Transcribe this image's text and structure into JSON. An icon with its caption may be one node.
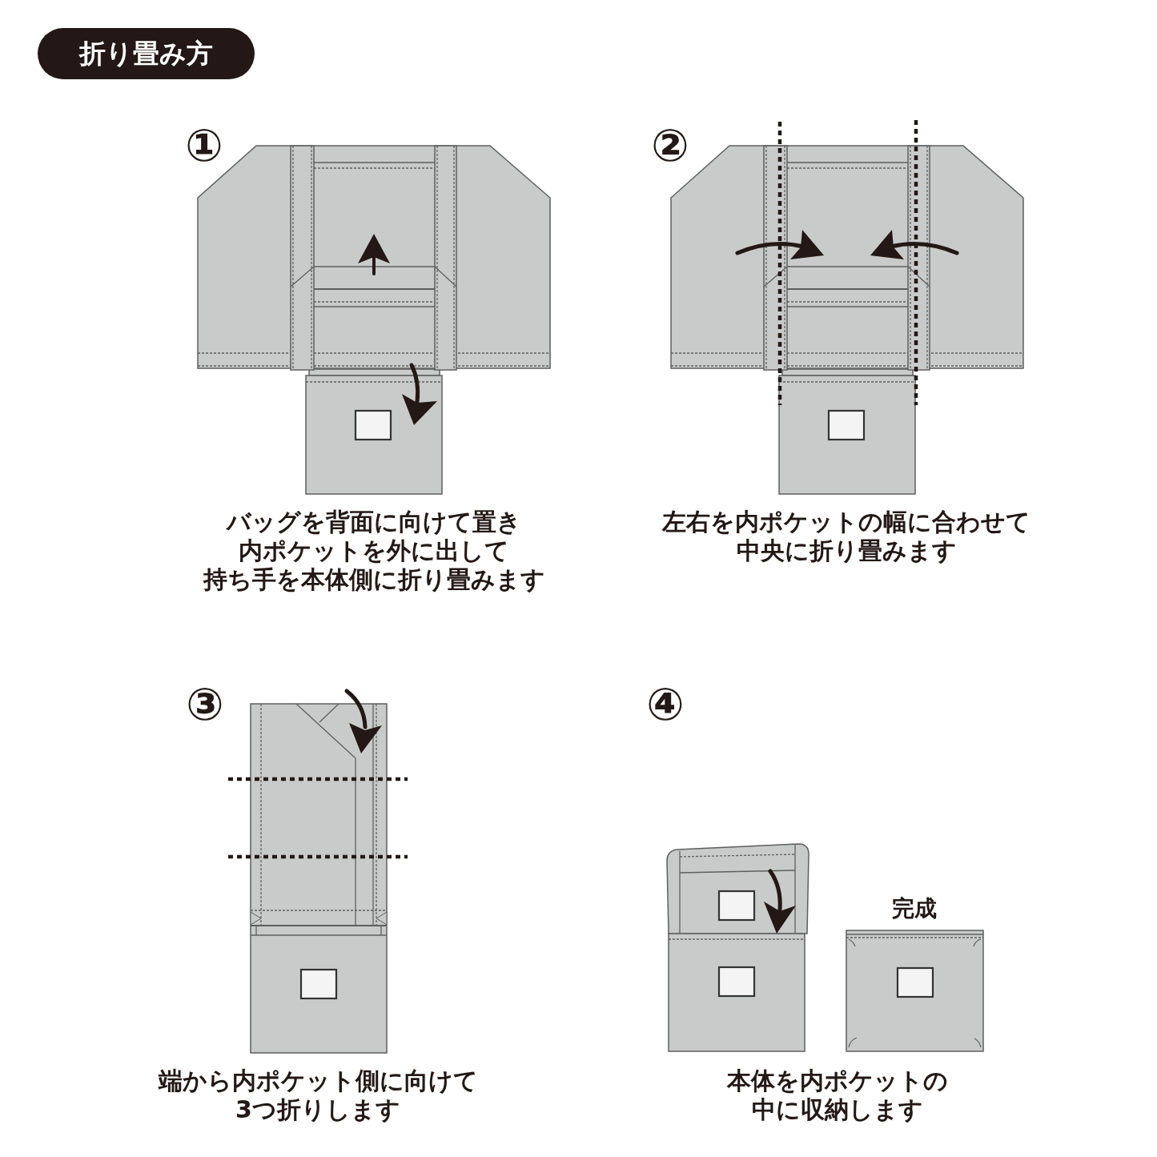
{
  "diagram": {
    "title": "折り畳み方",
    "labels": [
      "①",
      "②",
      "バッグを背面に向けて置き内ポケットを外に出して持ち手を本体側に折り畳みます",
      "左右を内ポケットの幅に合わせて中央に折り畳みます",
      "③",
      "④",
      "完成",
      "端から内ポケット側に向けて3つ折りします",
      "本体を内ポケットの中に収納します"
    ]
  }
}
